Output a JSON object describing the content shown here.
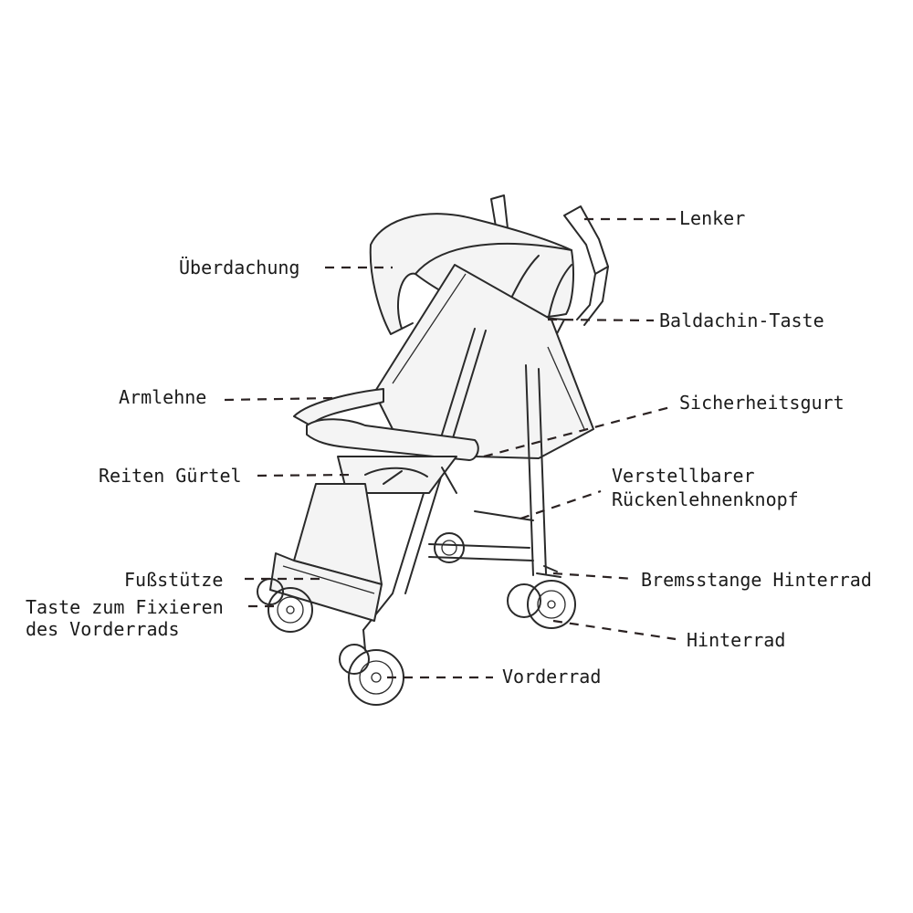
{
  "labels": {
    "lenker": "Lenker",
    "ueberdachung": "Überdachung",
    "baldachin_taste": "Baldachin-Taste",
    "armlehne": "Armlehne",
    "sicherheitsgurt": "Sicherheitsgurt",
    "reiten_guertel": "Reiten Gürtel",
    "verstellbarer_line1": "Verstellbarer",
    "verstellbarer_line2": "Rückenlehnenknopf",
    "fussstuetze": "Fußstütze",
    "taste_line1": "Taste zum Fixieren",
    "taste_line2": "des Vorderrads",
    "bremsstange": "Bremsstange Hinterrad",
    "hinterrad": "Hinterrad",
    "vorderrad": "Vorderrad"
  },
  "colors": {
    "leader": "#2b2222",
    "ink": "#2a2a2a",
    "text": "#1a1a1a"
  }
}
